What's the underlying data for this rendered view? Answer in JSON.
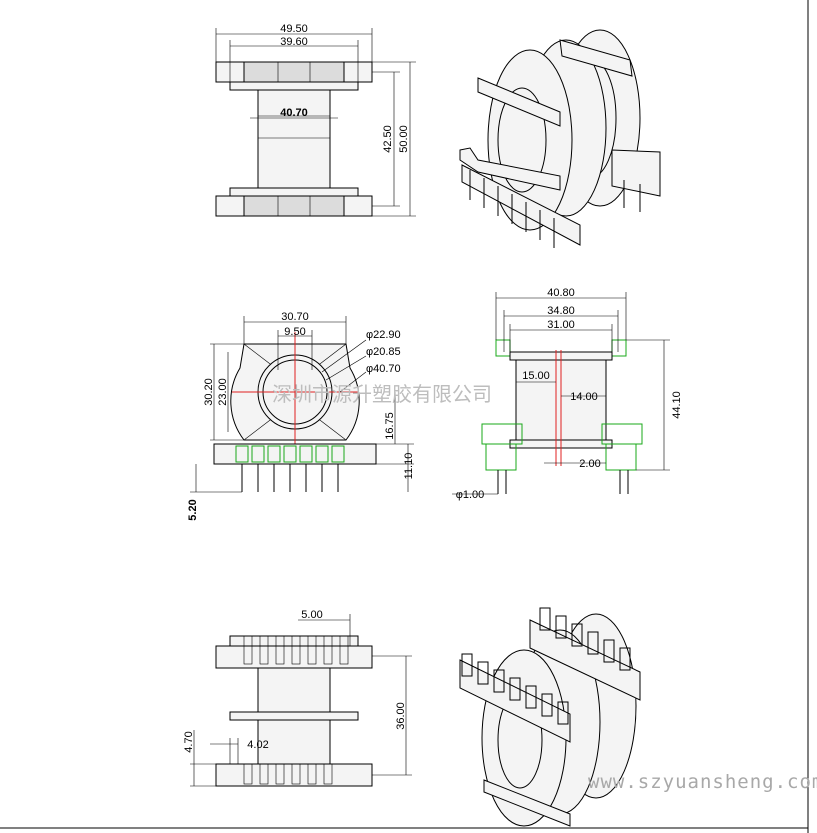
{
  "colors": {
    "outline": "#000000",
    "center_line": "#e02020",
    "pin_highlight": "#1aa81a",
    "watermark": "#bdbdbd",
    "url": "#a8a8a8"
  },
  "top_view": {
    "dims": {
      "overall_width": "49.50",
      "inner_width": "39.60",
      "core_width": "40.70",
      "pin_span": "42.50",
      "overall_height": "50.00"
    }
  },
  "front_view": {
    "dims": {
      "flange_width": "30.70",
      "slot_width": "9.50",
      "dia_a": "φ22.90",
      "dia_b": "φ20.85",
      "dia_c": "φ40.70",
      "height_a": "30.20",
      "height_b": "23.00",
      "center_height": "16.75",
      "base_height": "11.10",
      "pin_length": "5.20"
    }
  },
  "side_view": {
    "dims": {
      "overall_width": "40.80",
      "mid_width": "34.80",
      "inner_width": "31.00",
      "bore_dia": "15.00",
      "bore_len": "14.00",
      "overall_height": "44.10",
      "wall": "2.00",
      "pin_dia": "φ1.00"
    }
  },
  "bottom_view": {
    "dims": {
      "pin_pitch": "5.00",
      "height": "36.00",
      "flange_thickness": "4.70",
      "offset": "4.02"
    }
  },
  "watermark": {
    "company": "深圳市源升塑胶有限公司",
    "url": "www.szyuansheng.com"
  }
}
